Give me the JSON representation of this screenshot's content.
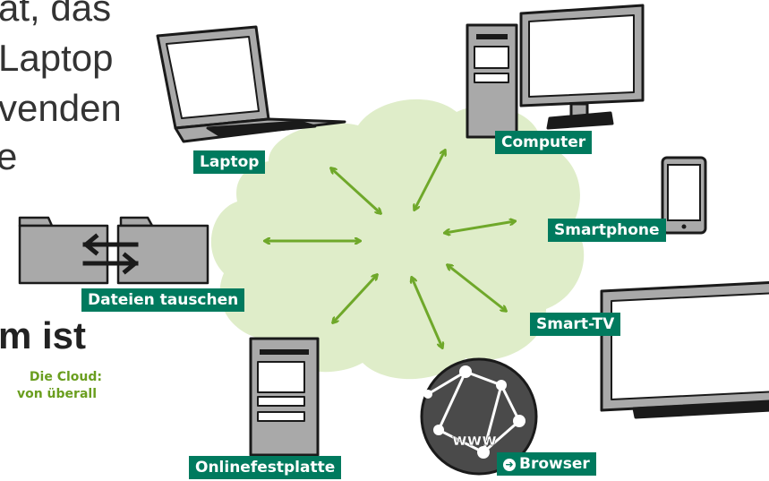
{
  "background_text": {
    "line1": "at, das",
    "line2": "Laptop",
    "line3": "venden",
    "line4": "e",
    "line5": "m ist"
  },
  "caption": {
    "line1": "Die Cloud:",
    "line2": "von überall"
  },
  "labels": {
    "laptop": "Laptop",
    "computer": "Computer",
    "smartphone": "Smartphone",
    "dateien": "Dateien tauschen",
    "smarttv": "Smart-TV",
    "onlinefestplatte": "Onlinefestplatte",
    "browser": "Browser",
    "www": "www"
  },
  "colors": {
    "cloud": "#dfedc9",
    "arrow": "#6fa82a",
    "label_bg": "#007a5e",
    "device_gray": "#a9a9a9",
    "device_dark": "#1a1a1a"
  },
  "icons": [
    "laptop-icon",
    "desktop-computer-icon",
    "smartphone-icon",
    "folders-swap-icon",
    "smart-tv-icon",
    "server-tower-icon",
    "globe-network-icon",
    "arrow-right-icon"
  ]
}
